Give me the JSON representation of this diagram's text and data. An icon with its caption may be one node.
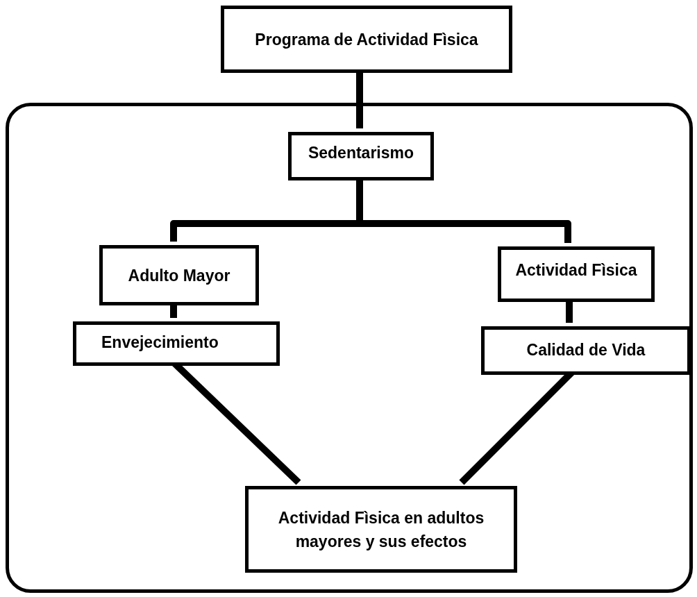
{
  "diagram": {
    "nodes": [
      {
        "text": [
          "Programa de Actividad Fìsica"
        ]
      },
      {
        "text": [],
        "shape": "box"
      },
      {
        "text": [
          "Sedentarismo"
        ],
        "in": 1
      },
      {
        "text": [
          "Adulto Mayor"
        ],
        "in": 1
      },
      {
        "text": [
          "Actividad Fìsica"
        ],
        "in": 1
      },
      {
        "text": [
          "Envejecimiento"
        ],
        "in": 1
      },
      {
        "text": [
          "Calidad de Vida"
        ],
        "in": 1
      },
      {
        "text": [
          "Actividad Fìsica en adultos mayores y sus efectos"
        ],
        "in": 1
      }
    ],
    "edges": [
      {
        "from": 0,
        "to": 2,
        "arrow": "none"
      },
      {
        "from": 2,
        "to": 3,
        "arrow": "none"
      },
      {
        "from": 2,
        "to": 4,
        "arrow": "none"
      },
      {
        "from": 3,
        "to": 5,
        "arrow": "none"
      },
      {
        "from": 4,
        "to": 6,
        "arrow": "none"
      },
      {
        "from": 5,
        "to": 7,
        "arrow": "none"
      },
      {
        "from": 6,
        "to": 7,
        "arrow": "none"
      }
    ]
  }
}
